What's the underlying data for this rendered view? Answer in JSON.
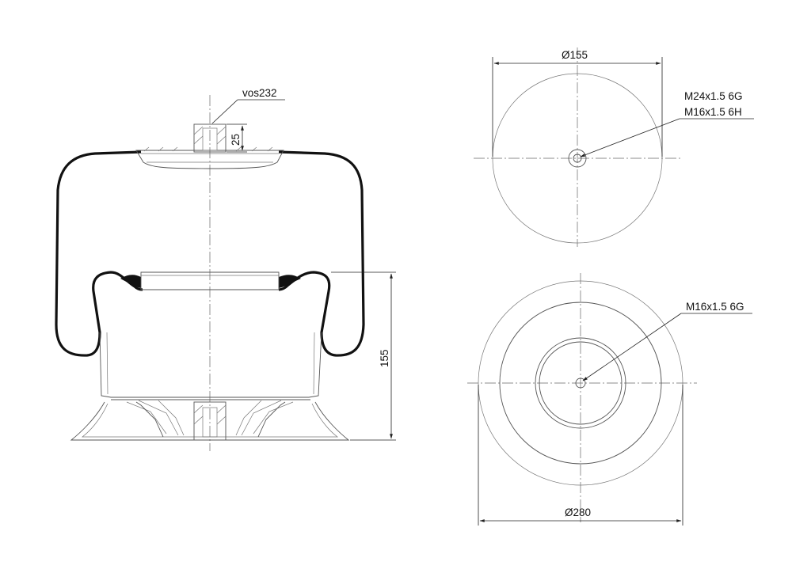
{
  "annotations": {
    "top_connector_label": "vos232",
    "top_connector_height": "25",
    "overall_height": "155",
    "top_plate_diameter": "Ø155",
    "top_thread_1": "M24x1.5 6G",
    "top_thread_2": "M16x1.5 6H",
    "bottom_thread": "M16x1.5 6G",
    "bottom_diameter": "Ø280"
  }
}
